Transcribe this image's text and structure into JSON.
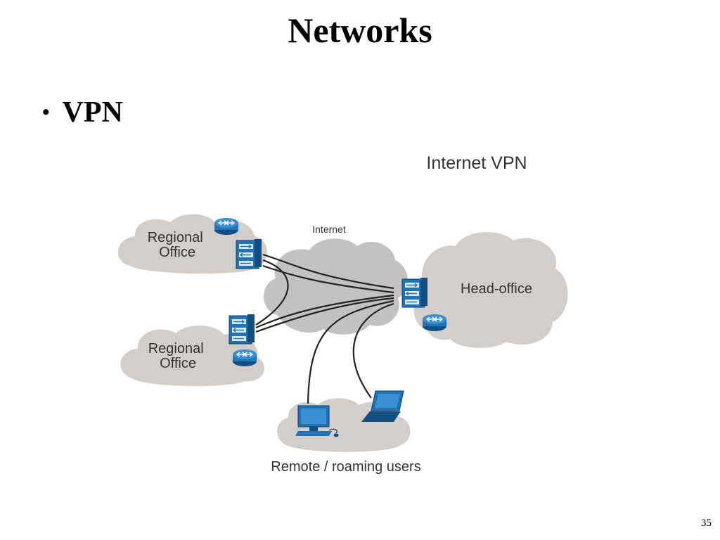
{
  "slide": {
    "title": "Networks",
    "bullet": "VPN",
    "page_number": "35"
  },
  "diagram": {
    "heading": "Internet VPN",
    "internet_label": "Internet",
    "regional_office_top": [
      "Regional",
      "Office"
    ],
    "regional_office_bottom": [
      "Regional",
      "Office"
    ],
    "head_office": "Head-office",
    "remote_users": "Remote / roaming users",
    "colors": {
      "cloud": "#d3cec9",
      "internet_cloud": "#c2c2c2",
      "device_blue": "#1f74b8",
      "device_dark": "#124f82",
      "line": "#222222"
    },
    "icons": [
      "router-icon",
      "firewall-icon",
      "desktop-computer-icon",
      "laptop-icon"
    ]
  }
}
